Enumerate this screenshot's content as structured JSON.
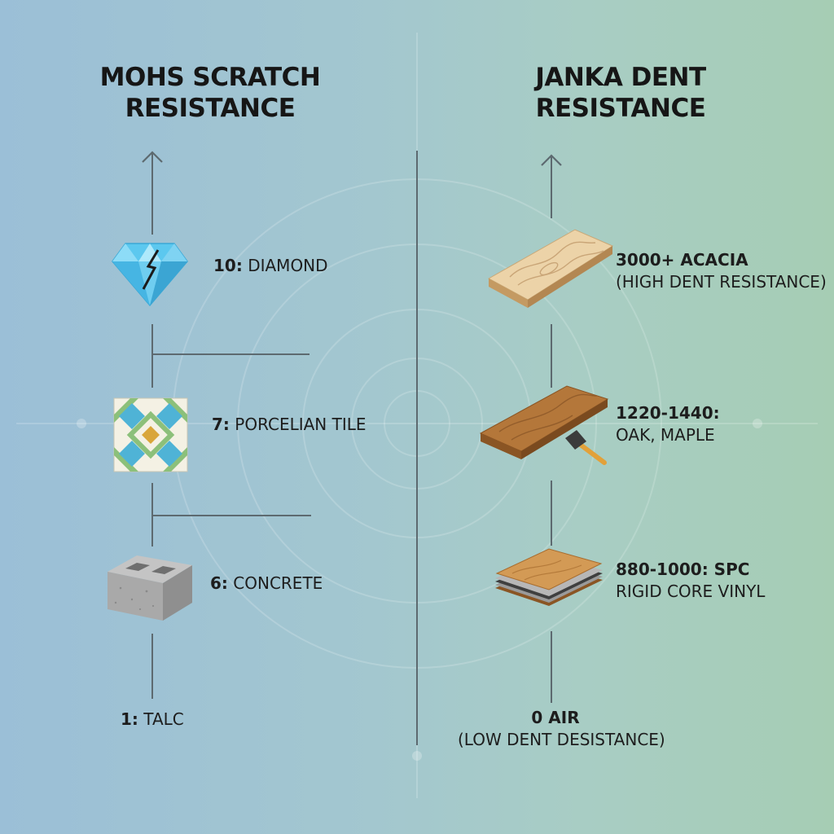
{
  "left": {
    "title_line1": "MOHS SCRATCH",
    "title_line2": "RESISTANCE",
    "items": [
      {
        "num": "10:",
        "name": "DIAMOND",
        "icon": "diamond-icon"
      },
      {
        "num": "7:",
        "name": "PORCELIAN TILE",
        "icon": "tile-icon"
      },
      {
        "num": "6:",
        "name": "CONCRETE",
        "icon": "concrete-block-icon"
      },
      {
        "num": "1:",
        "name": "TALC"
      }
    ]
  },
  "right": {
    "title_line1": "JANKA DENT",
    "title_line2": "RESISTANCE",
    "items": [
      {
        "line1": "3000+ ACACIA",
        "line2": "(HIGH DENT RESISTANCE)",
        "icon": "acacia-plank-icon"
      },
      {
        "line1": "1220-1440:",
        "line2": "OAK, MAPLE",
        "icon": "oak-plank-hammer-icon"
      },
      {
        "line1": "880-1000: SPC",
        "line2": "RIGID CORE VINYL",
        "icon": "vinyl-layers-icon"
      },
      {
        "line1": "0 AIR",
        "line2": "(LOW DENT DESISTANCE)"
      }
    ]
  },
  "colors": {
    "diamond": "#5cc8ef",
    "tile_blue": "#4fb3d6",
    "tile_green": "#8cc07a",
    "tile_gold": "#d9a63a",
    "concrete": "#a9a9a9",
    "acacia": "#e6c89a",
    "oak": "#a86a32",
    "vinyl": "#c98a45"
  }
}
